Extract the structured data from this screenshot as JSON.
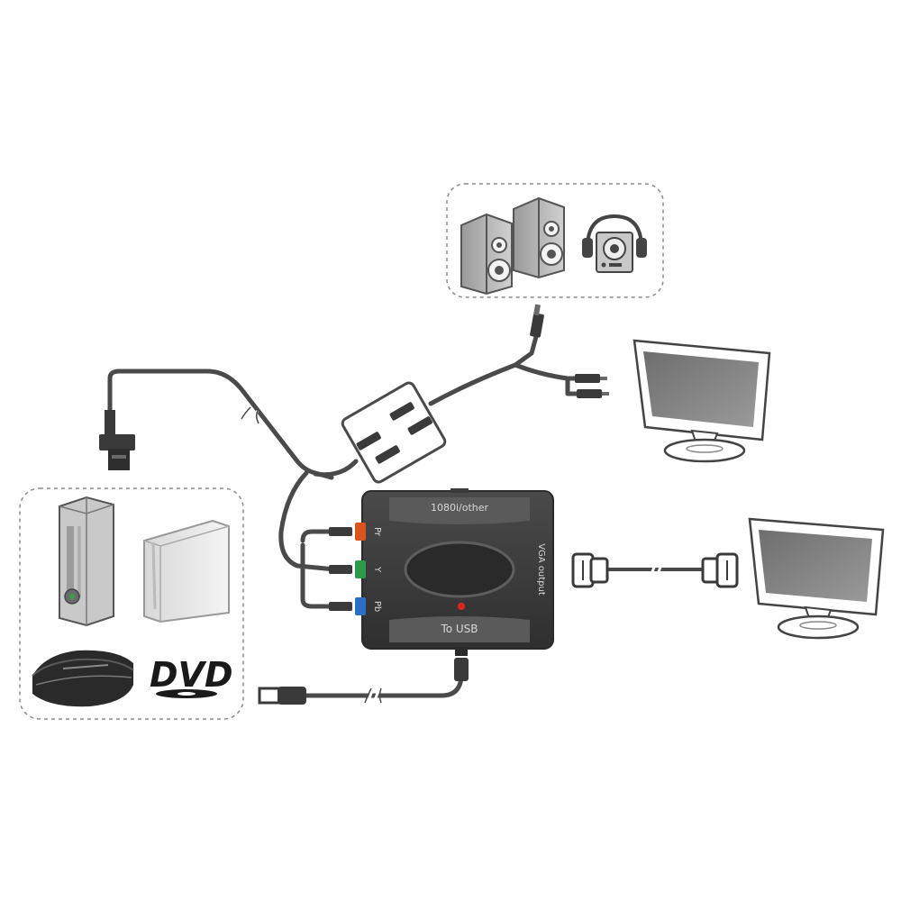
{
  "converter": {
    "top_label": "1080i/other",
    "bottom_label": "To USB",
    "right_label": "VGA output",
    "ports": [
      {
        "label": "Pr",
        "color": "#d9531e"
      },
      {
        "label": "Y",
        "color": "#2c9a48"
      },
      {
        "label": "Pb",
        "color": "#2a6fc2"
      }
    ],
    "led_color": "#e0261c"
  },
  "sources": {
    "dvd_logo": "DVD",
    "icons": [
      "xbox-360-icon",
      "wii-console-icon",
      "ps3-console-icon",
      "dvd-logo-icon"
    ]
  },
  "audio_outputs": {
    "icons": [
      "speaker-icon",
      "speaker-icon",
      "headphones-icon"
    ]
  },
  "displays": {
    "icons": [
      "lcd-monitor-icon",
      "lcd-monitor-icon"
    ]
  },
  "colors": {
    "cable": "#4a4a4a",
    "device_body": "#3d3d3d",
    "dashed_frame": "#8a8a8a"
  }
}
